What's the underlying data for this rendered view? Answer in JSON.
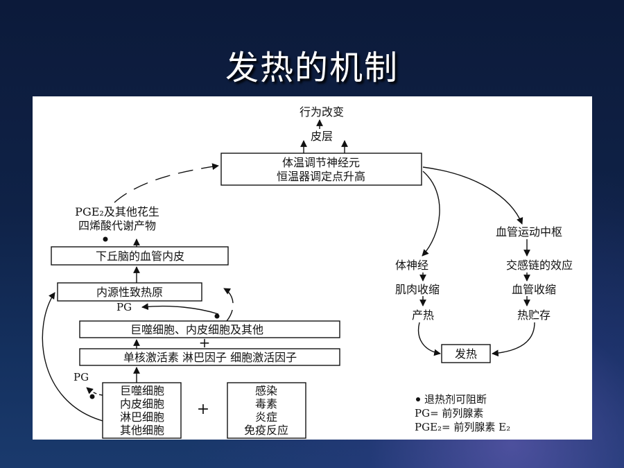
{
  "slide": {
    "title": "发热的机制"
  },
  "diagram": {
    "behavior": "行为改变",
    "cortex": "皮层",
    "center_line1": "体温调节神经元",
    "center_line2": "恒温器调定点升高",
    "pge2_line1": "PGE₂及其他花生",
    "pge2_line2": "四烯酸代谢产物",
    "hypothalamus": "下丘脑的血管内皮",
    "endogenous": "内源性致热原",
    "pg_upper": "PG",
    "macrophage_row": "巨噬细胞、内皮细胞及其他",
    "plus_upper": "+",
    "cytokines": "单核激活素  淋巴因子    细胞激活因子",
    "pg_lower": "PG",
    "cells": [
      "巨噬细胞",
      "内皮细胞",
      "淋巴细胞",
      "其他细胞"
    ],
    "plus_lower": "+",
    "causes": [
      "感染",
      "毒素",
      "炎症",
      "免疫反应"
    ],
    "vasomotor": "血管运动中枢",
    "somatic": "体神经",
    "sympathetic": "交感链的效应",
    "muscle": "肌肉收缩",
    "vasoconstriction": "血管收缩",
    "heat_production": "产热",
    "heat_storage": "热贮存",
    "fever": "发热"
  },
  "legend": {
    "bullet_text": "退热剂可阻断",
    "pg_text": "PG= 前列腺素",
    "pge2_text": "PGE₂= 前列腺素 E₂"
  }
}
